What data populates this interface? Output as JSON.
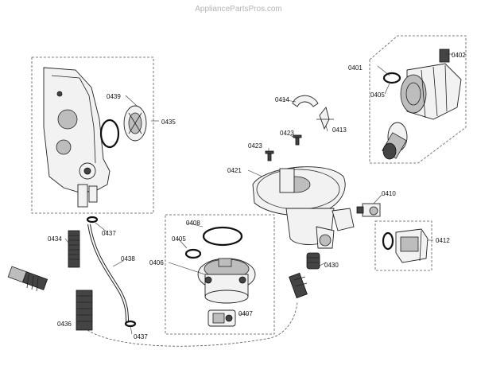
{
  "watermark": "AppliancePartsPros.com",
  "part_labels": {
    "p0401": "0401",
    "p0402": "0402",
    "p0405a": "0405",
    "p0405b": "0405",
    "p0406": "0406",
    "p0407": "0407",
    "p0408": "0408",
    "p0410": "0410",
    "p0412": "0412",
    "p0413": "0413",
    "p0414": "0414",
    "p0421": "0421",
    "p0423a": "0423",
    "p0423b": "0423",
    "p0430": "0430",
    "p0434": "0434",
    "p0435": "0435",
    "p0436": "0436",
    "p0437a": "0437",
    "p0437b": "0437",
    "p0438": "0438",
    "p0439": "0439"
  }
}
